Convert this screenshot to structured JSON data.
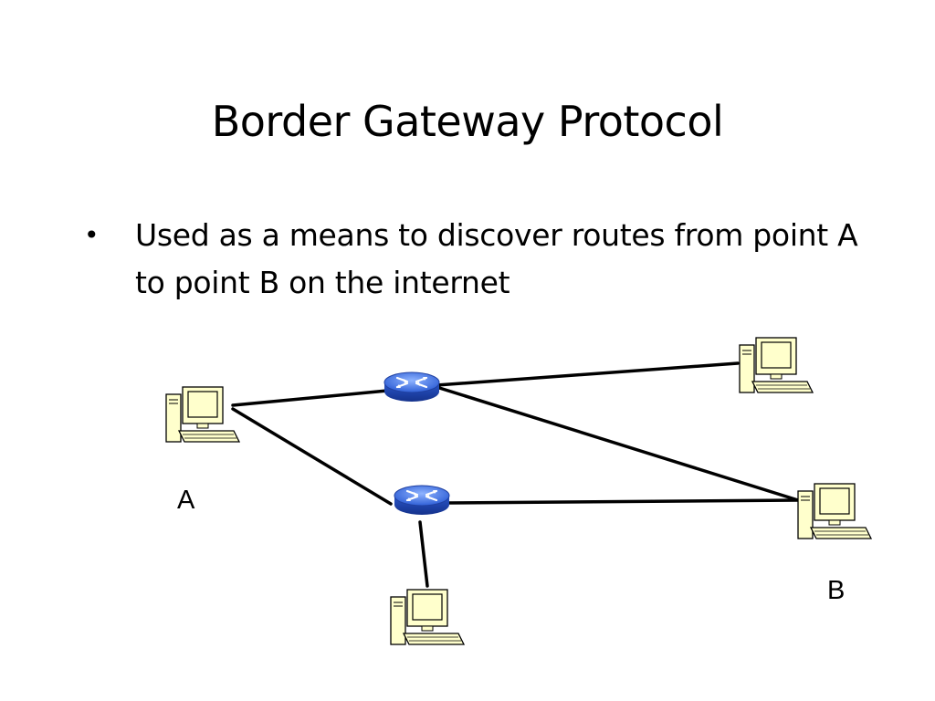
{
  "slide": {
    "title": "Border Gateway Protocol",
    "bullets": [
      {
        "marker": "•",
        "text": "Used as a means to discover routes from point A to point B on the internet"
      }
    ]
  },
  "diagram": {
    "labels": {
      "a": "A",
      "b": "B"
    },
    "nodes": [
      {
        "id": "computer-a",
        "kind": "computer-icon"
      },
      {
        "id": "computer-top-right",
        "kind": "computer-icon"
      },
      {
        "id": "computer-b",
        "kind": "computer-icon"
      },
      {
        "id": "computer-bottom",
        "kind": "computer-icon"
      },
      {
        "id": "router-top",
        "kind": "router-icon"
      },
      {
        "id": "router-bottom",
        "kind": "router-icon"
      }
    ],
    "links": [
      [
        "computer-a",
        "router-top"
      ],
      [
        "computer-a",
        "router-bottom"
      ],
      [
        "router-top",
        "computer-top-right"
      ],
      [
        "router-top",
        "computer-b"
      ],
      [
        "router-bottom",
        "computer-b"
      ],
      [
        "router-bottom",
        "computer-bottom"
      ]
    ],
    "colors": {
      "router": "#3a6fe0",
      "router_dark": "#1f3fa8",
      "computer_body": "#ffffcc",
      "line": "#000000"
    }
  }
}
